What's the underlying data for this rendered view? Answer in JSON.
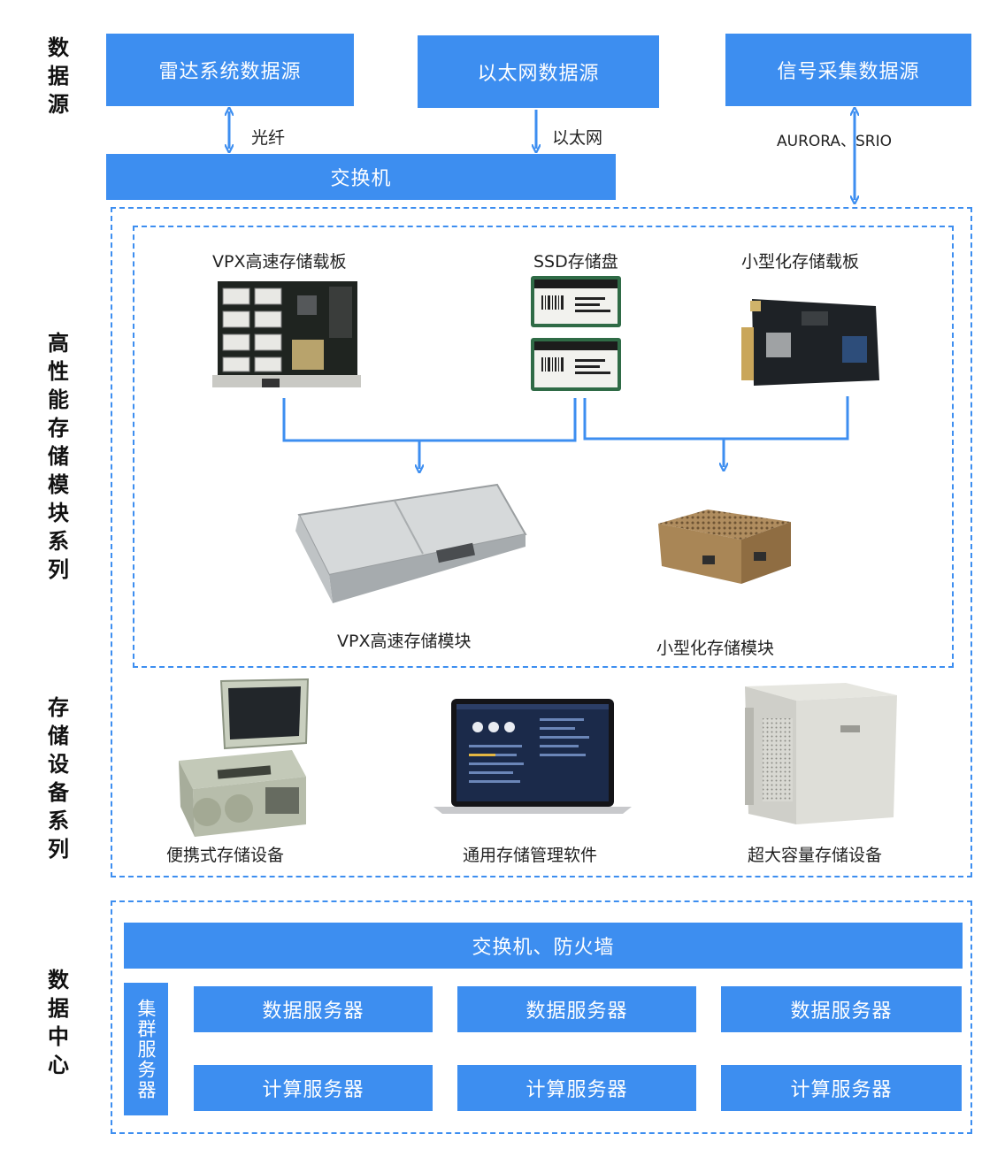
{
  "side_labels": {
    "data_source": "数据源",
    "hp_storage": "高性能存储模块系列",
    "storage_device": "存储设备系列",
    "data_center": "数据中心"
  },
  "sources": {
    "radar": "雷达系统数据源",
    "ethernet": "以太网数据源",
    "signal": "信号采集数据源"
  },
  "links": {
    "fiber": "光纤",
    "ethernet": "以太网",
    "aurora_srio": "AURORA、SRIO"
  },
  "switch": "交换机",
  "modules": {
    "vpx_board": "VPX高速存储载板",
    "ssd": "SSD存储盘",
    "mini_board": "小型化存储载板",
    "vpx_module": "VPX高速存储模块",
    "mini_module": "小型化存储模块"
  },
  "devices": {
    "portable": "便携式存储设备",
    "software": "通用存储管理软件",
    "large": "超大容量存储设备"
  },
  "datacenter": {
    "switch_firewall": "交换机、防火墙",
    "cluster": "集群服务器",
    "data_servers": [
      "数据服务器",
      "数据服务器",
      "数据服务器"
    ],
    "compute_servers": [
      "计算服务器",
      "计算服务器",
      "计算服务器"
    ]
  },
  "colors": {
    "accent": "#3d8ef0"
  }
}
